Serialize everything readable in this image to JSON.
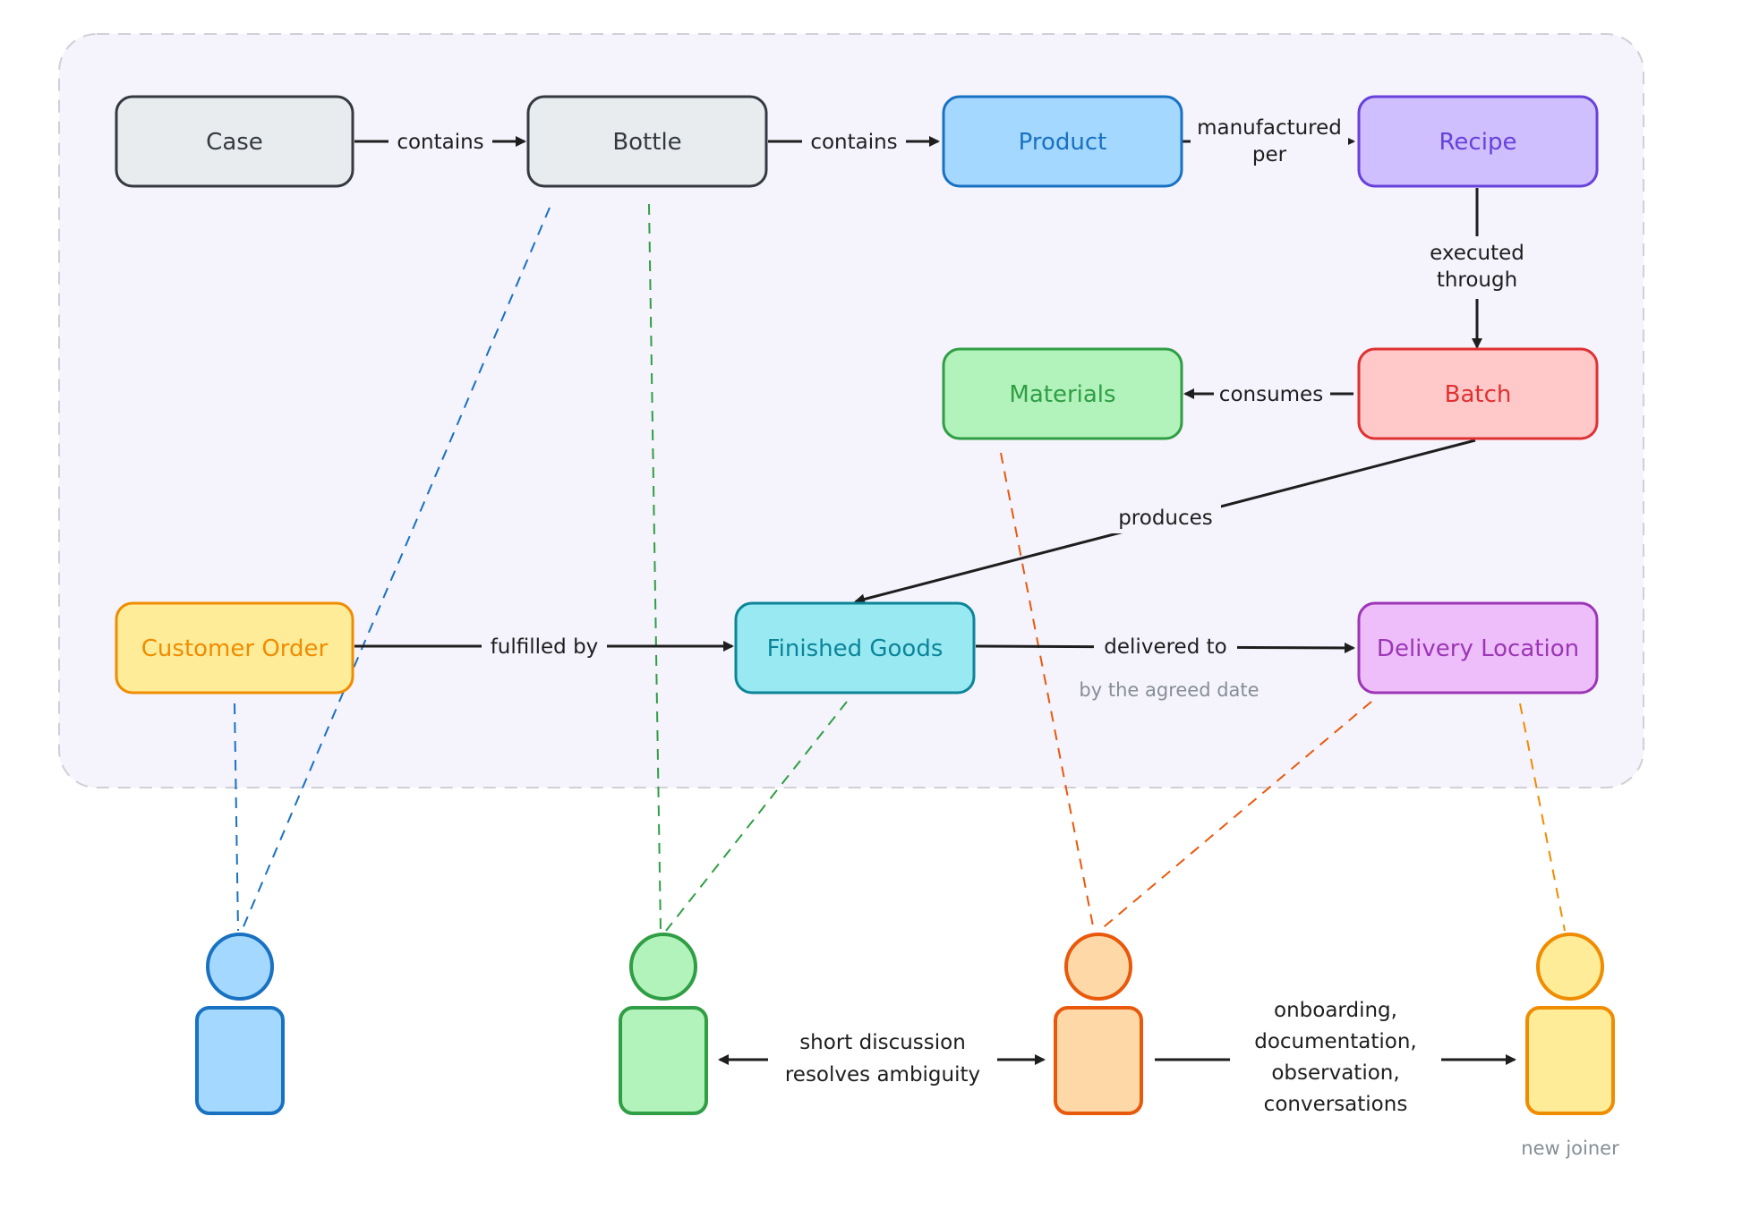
{
  "colors": {
    "frame_fill": "#f5f3fc",
    "frame_stroke": "#d0d0d6",
    "arrow": "#1e1e1e"
  },
  "nodes": {
    "case": {
      "label": "Case",
      "fill": "#e9ecef",
      "stroke": "#343a40",
      "text": "#343a40"
    },
    "bottle": {
      "label": "Bottle",
      "fill": "#e9ecef",
      "stroke": "#343a40",
      "text": "#343a40"
    },
    "product": {
      "label": "Product",
      "fill": "#a5d8ff",
      "stroke": "#1971c2",
      "text": "#1971c2"
    },
    "recipe": {
      "label": "Recipe",
      "fill": "#d0bfff",
      "stroke": "#6741d9",
      "text": "#6741d9"
    },
    "materials": {
      "label": "Materials",
      "fill": "#b2f2bb",
      "stroke": "#2f9e44",
      "text": "#2f9e44"
    },
    "batch": {
      "label": "Batch",
      "fill": "#ffc9c9",
      "stroke": "#e03131",
      "text": "#e03131"
    },
    "customer_order": {
      "label": "Customer Order",
      "fill": "#ffec99",
      "stroke": "#f08c00",
      "text": "#f08c00"
    },
    "finished_goods": {
      "label": "Finished Goods",
      "fill": "#99e9f2",
      "stroke": "#0c8599",
      "text": "#0c8599"
    },
    "delivery_location": {
      "label": "Delivery Location",
      "fill": "#eebefa",
      "stroke": "#9c36b5",
      "text": "#9c36b5"
    }
  },
  "edges": {
    "case_bottle": {
      "label": "contains"
    },
    "bottle_product": {
      "label": "contains"
    },
    "product_recipe": {
      "line1": "manufactured",
      "line2": "per"
    },
    "recipe_batch": {
      "line1": "executed",
      "line2": "through"
    },
    "batch_materials": {
      "label": "consumes"
    },
    "batch_finished": {
      "label": "produces"
    },
    "order_finished": {
      "label": "fulfilled by"
    },
    "finished_delivery": {
      "label": "delivered to",
      "note": "by the agreed date"
    }
  },
  "people": {
    "blue": {
      "fill": "#a5d8ff",
      "stroke": "#1971c2",
      "link": "#1971c2"
    },
    "green": {
      "fill": "#b2f2bb",
      "stroke": "#2f9e44",
      "link": "#2f9e44"
    },
    "orange": {
      "fill": "#ffd8a8",
      "stroke": "#e8590c",
      "link": "#e8590c"
    },
    "yellow": {
      "fill": "#ffec99",
      "stroke": "#f08c00",
      "link": "#f08c00",
      "caption": "new joiner"
    }
  },
  "conversations": {
    "green_orange": {
      "line1": "short discussion",
      "line2": "resolves ambiguity"
    },
    "orange_yellow": {
      "line1": "onboarding,",
      "line2": "documentation,",
      "line3": "observation,",
      "line4": "conversations"
    }
  }
}
